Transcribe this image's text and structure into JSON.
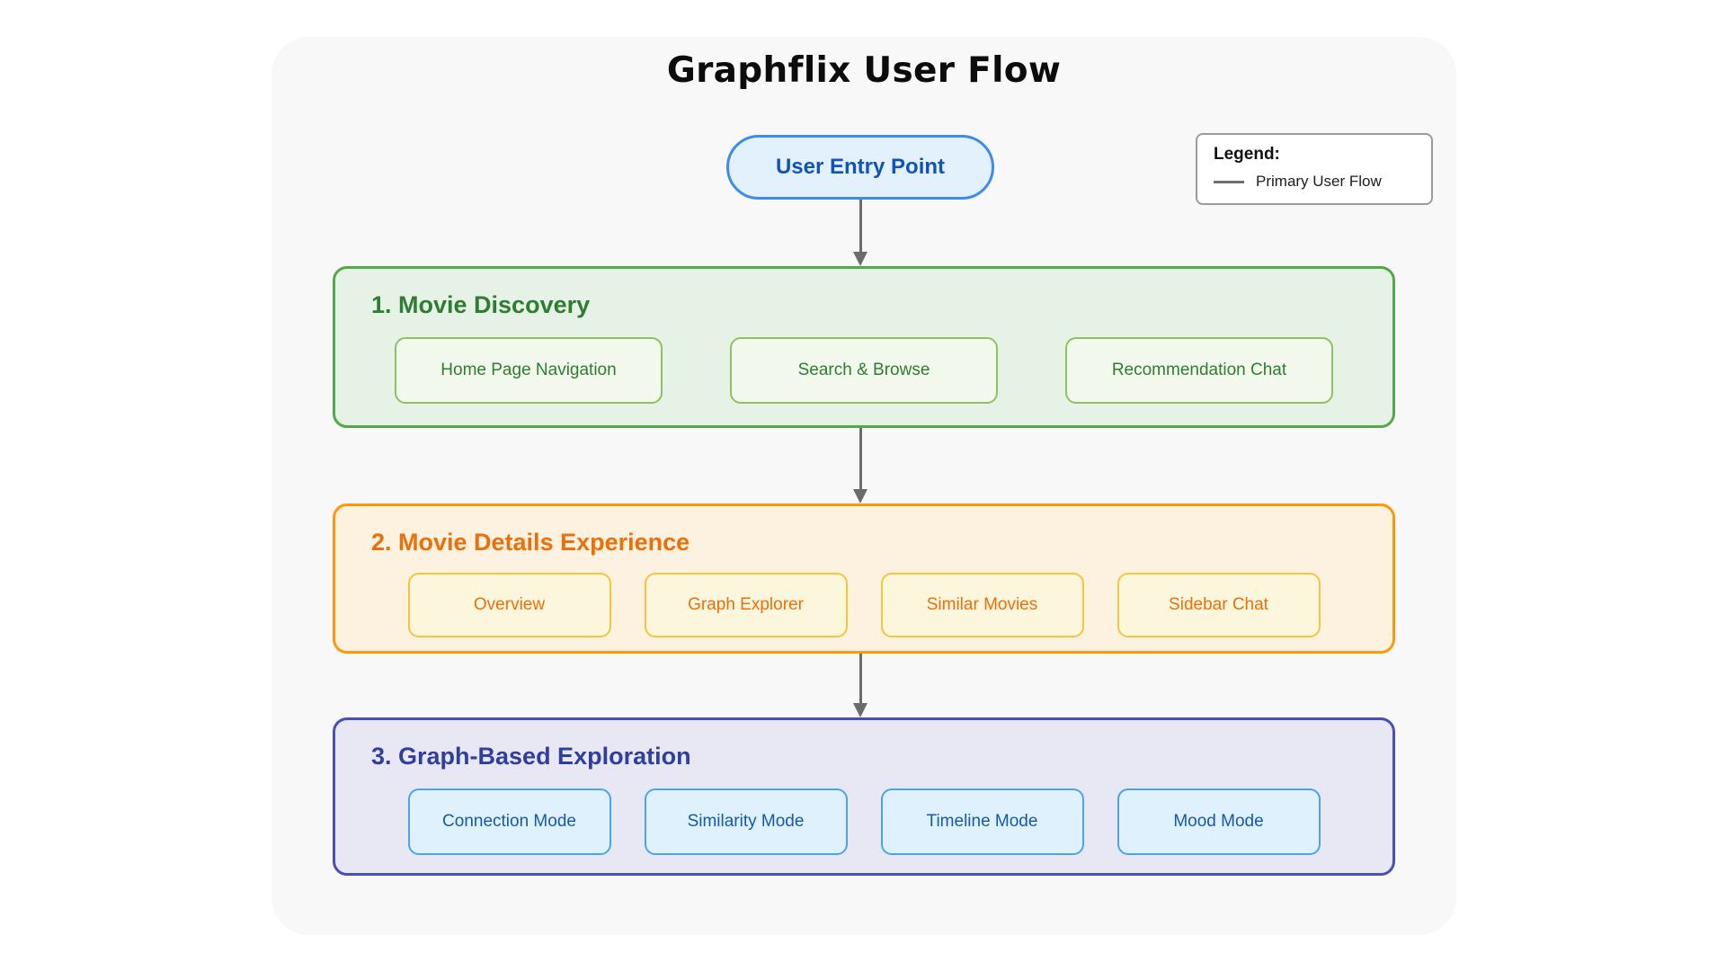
{
  "title": "Graphflix User Flow",
  "entry_node": {
    "label": "User Entry Point"
  },
  "legend": {
    "title": "Legend:",
    "items": [
      {
        "label": "Primary User Flow",
        "swatch_color": "#6f6f6f"
      }
    ]
  },
  "sections": [
    {
      "title": "1. Movie Discovery",
      "accent_color": "#2e7d32",
      "border_color": "#52a948",
      "background_color": "#e7f2e6",
      "items": [
        {
          "label": "Home Page Navigation"
        },
        {
          "label": "Search & Browse"
        },
        {
          "label": "Recommendation Chat"
        }
      ]
    },
    {
      "title": "2. Movie Details Experience",
      "accent_color": "#ea700b",
      "border_color": "#ff9808",
      "background_color": "#fdf1df",
      "items": [
        {
          "label": "Overview"
        },
        {
          "label": "Graph Explorer"
        },
        {
          "label": "Similar Movies"
        },
        {
          "label": "Sidebar Chat"
        }
      ]
    },
    {
      "title": "3. Graph-Based Exploration",
      "accent_color": "#303f9f",
      "border_color": "#4a4fb5",
      "background_color": "#e7e8f4",
      "items": [
        {
          "label": "Connection Mode"
        },
        {
          "label": "Similarity Mode"
        },
        {
          "label": "Timeline Mode"
        },
        {
          "label": "Mood Mode"
        }
      ]
    }
  ],
  "colors": {
    "entry_fill": "#e3f1fd",
    "entry_border": "#3e8beb",
    "entry_text": "#1254b4",
    "arrow": "#6b6b6b",
    "card_background": "#f8f8f8"
  }
}
